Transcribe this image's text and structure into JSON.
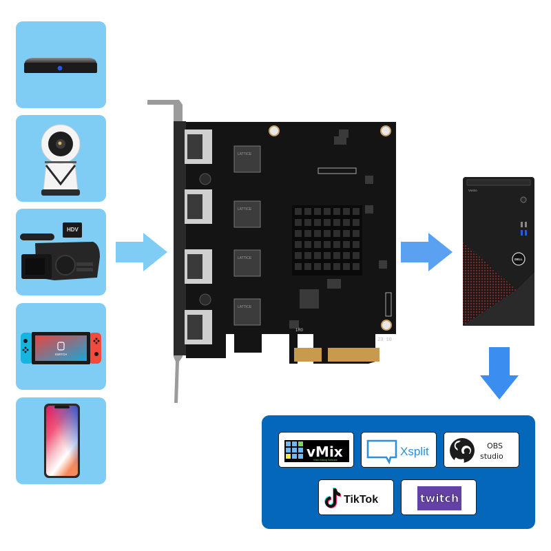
{
  "sources": {
    "tiles": [
      {
        "name": "tv-box",
        "label": ""
      },
      {
        "name": "ip-camera",
        "label": ""
      },
      {
        "name": "camcorder",
        "label": "HDV"
      },
      {
        "name": "nintendo-switch",
        "label": "SWITCH"
      },
      {
        "name": "smartphone",
        "label": ""
      }
    ],
    "tile_color": "#7fcdf5"
  },
  "capture_card": {
    "chip_label": "LATTICE",
    "board_marking": "23 10",
    "inductor_label": "1R0",
    "port_count": 4
  },
  "computer": {
    "model_label": "Vostro",
    "brand_label": "DELL"
  },
  "arrows": {
    "input_color": "#7fcdf5",
    "output_color": "#5aa1f2",
    "down_color": "#3b8ef0"
  },
  "software": {
    "panel_color": "#0467b9",
    "logos": [
      {
        "name": "vmix",
        "title": "vMix",
        "subtitle": "Video Mixing Software"
      },
      {
        "name": "xsplit",
        "title": "Xsplit"
      },
      {
        "name": "obs",
        "title_line1": "OBS",
        "title_line2": "studio"
      },
      {
        "name": "tiktok",
        "title": "TikTok"
      },
      {
        "name": "twitch",
        "title": "twitch"
      }
    ]
  }
}
